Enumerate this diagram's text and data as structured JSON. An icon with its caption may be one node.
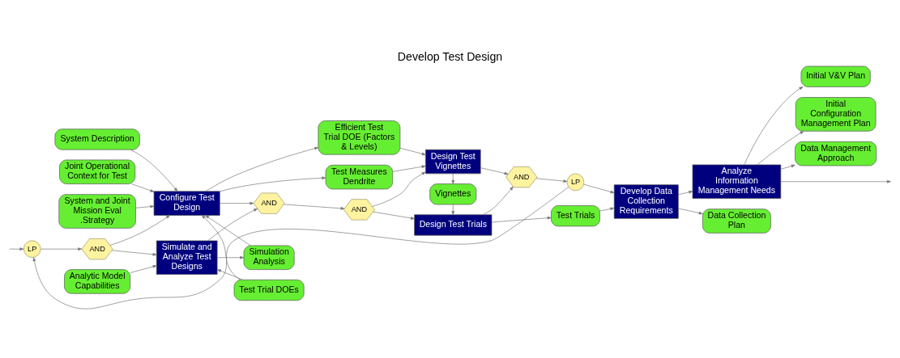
{
  "diagram": {
    "title": "Develop Test Design",
    "nodes": [
      {
        "text": [
          "System Description"
        ]
      },
      {
        "text": [
          "Joint Operational Context for Test"
        ]
      },
      {
        "text": [
          "System and Joint Mission Eval .Strategy"
        ]
      },
      {
        "text": [
          "Efficient Test Trial DOE (Factors & Levels)"
        ]
      },
      {
        "text": [
          "Test Measures Dendrite"
        ]
      },
      {
        "text": [
          "Initial V&V Plan"
        ]
      },
      {
        "text": [
          "Initial Configuration Management Plan"
        ]
      },
      {
        "text": [
          "Data Management Approach"
        ]
      },
      {
        "text": [
          "LP"
        ]
      },
      {
        "text": [
          "AND"
        ]
      },
      {
        "text": [
          "Configure Test Design"
        ]
      },
      {
        "text": [
          "Test Trial DOEs"
        ]
      },
      {
        "text": [
          "Simulation Analysis"
        ]
      },
      {
        "text": [
          "Simulate and Analyze Test Designs"
        ]
      },
      {
        "text": [
          "AND"
        ]
      },
      {
        "text": [
          "AND"
        ]
      },
      {
        "text": [
          "Design Test Vignettes"
        ]
      },
      {
        "text": [
          "Vignettes"
        ]
      },
      {
        "text": [
          "Design Test Trials"
        ]
      },
      {
        "text": [
          "AND"
        ]
      },
      {
        "text": [
          "LP"
        ]
      },
      {
        "text": [
          "Develop Data Collection Requirements"
        ]
      },
      {
        "text": [
          "Analyze Information Management Needs"
        ]
      },
      {
        "text": [
          "Analytic Model Capabilities"
        ]
      },
      {
        "text": [
          "Test Trials"
        ]
      },
      {
        "text": [
          "Data Collection Plan"
        ]
      }
    ],
    "edges": [
      {
        "from": null,
        "to": 8,
        "arrow": "to"
      },
      {
        "from": 8,
        "to": 9,
        "arrow": "to"
      },
      {
        "from": 9,
        "to": 10,
        "arrow": "to"
      },
      {
        "from": 9,
        "to": 13,
        "arrow": "to"
      },
      {
        "from": 10,
        "to": 14,
        "arrow": "to"
      },
      {
        "from": 13,
        "to": 14,
        "arrow": "to"
      },
      {
        "from": 14,
        "to": 15,
        "arrow": "to"
      },
      {
        "from": 15,
        "to": 16,
        "arrow": "to"
      },
      {
        "from": 15,
        "to": 18,
        "arrow": "to"
      },
      {
        "from": 16,
        "to": 19,
        "arrow": "to"
      },
      {
        "from": 18,
        "to": 19,
        "arrow": "to"
      },
      {
        "from": 19,
        "to": 20,
        "arrow": "to"
      },
      {
        "from": 20,
        "to": 21,
        "arrow": "to"
      },
      {
        "from": 20,
        "to": 8,
        "arrow": "to"
      },
      {
        "from": 21,
        "to": 22,
        "arrow": "to"
      },
      {
        "from": 22,
        "to": null,
        "arrow": "to"
      },
      {
        "from": 0,
        "to": 10,
        "arrow": "to"
      },
      {
        "from": 1,
        "to": 10,
        "arrow": "to"
      },
      {
        "from": 2,
        "to": 10,
        "arrow": "to"
      },
      {
        "from": 10,
        "to": 3,
        "arrow": "to"
      },
      {
        "from": 3,
        "to": 16,
        "arrow": "to"
      },
      {
        "from": 10,
        "to": 4,
        "arrow": "to"
      },
      {
        "from": 4,
        "to": 16,
        "arrow": "to"
      },
      {
        "from": 11,
        "to": 10,
        "arrow": "to"
      },
      {
        "from": 11,
        "to": 13,
        "arrow": "to"
      },
      {
        "from": 12,
        "to": 10,
        "arrow": "to"
      },
      {
        "from": 13,
        "to": 12,
        "arrow": "to"
      },
      {
        "from": 23,
        "to": 13,
        "arrow": "to"
      },
      {
        "from": 16,
        "to": 17,
        "arrow": "to"
      },
      {
        "from": 17,
        "to": 18,
        "arrow": "to"
      },
      {
        "from": 18,
        "to": 24,
        "arrow": "to"
      },
      {
        "from": 24,
        "to": 21,
        "arrow": "to"
      },
      {
        "from": 21,
        "to": 25,
        "arrow": "to"
      },
      {
        "from": 22,
        "to": 5,
        "arrow": "to"
      },
      {
        "from": 22,
        "to": 6,
        "arrow": "to"
      },
      {
        "from": 22,
        "to": 7,
        "arrow": "to"
      }
    ]
  }
}
